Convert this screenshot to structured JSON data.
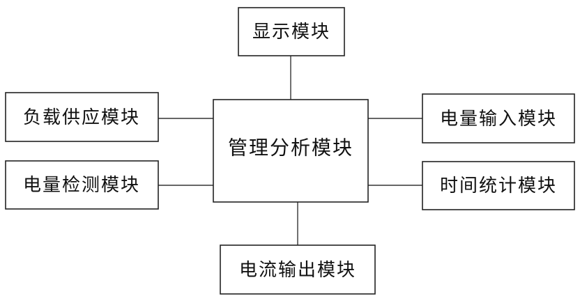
{
  "modules": {
    "center": "管理分析模块",
    "top": "显示模块",
    "bottom": "电流输出模块",
    "left_top": "负载供应模块",
    "left_bottom": "电量检测模块",
    "right_top": "电量输入模块",
    "right_bottom": "时间统计模块"
  }
}
